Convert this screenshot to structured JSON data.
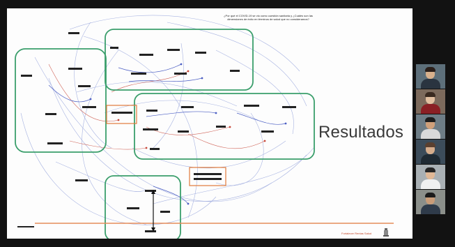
{
  "slide": {
    "question": "¿Por qué el COVID-19 se vio como cuestión sanitaria y ¿Cuáles son las dimensiones de éxito en términos de salud que no consideramos?",
    "side_title": "Resultados",
    "footer_brand": "Fortalecer Rentas Salud"
  },
  "colors": {
    "frame_background": "#121212",
    "slide_background": "#fdfdfd",
    "group_outline": "#3a9e6b",
    "highlight_outline": "#e07b3a",
    "link_blue": "#4c5fc4",
    "link_red": "#c8483a",
    "baseline_orange": "#e58b5a"
  },
  "participants": [
    {
      "tile": "participant-1",
      "bg": "#5d6f7a",
      "skin": "#d8b08c",
      "shirt": "#2a3440",
      "hair": "#2b1f1a"
    },
    {
      "tile": "participant-2",
      "bg": "#7c6a5c",
      "skin": "#e2bfa0",
      "shirt": "#8a1f24",
      "hair": "#3a2a20"
    },
    {
      "tile": "participant-3",
      "bg": "#6e7d86",
      "skin": "#cfa07a",
      "shirt": "#d9d9d9",
      "hair": "#1c1c1c"
    },
    {
      "tile": "participant-4",
      "bg": "#3c4c5a",
      "skin": "#d6ad8c",
      "shirt": "#1f2a33",
      "hair": "#5a4030"
    },
    {
      "tile": "participant-5",
      "bg": "#a9b0b4",
      "skin": "#e0b896",
      "shirt": "#f0f0f0",
      "hair": "#262626"
    },
    {
      "tile": "participant-6",
      "bg": "#8b8f8a",
      "skin": "#c99c78",
      "shirt": "#2f3b4a",
      "hair": "#1b1b1b"
    }
  ]
}
